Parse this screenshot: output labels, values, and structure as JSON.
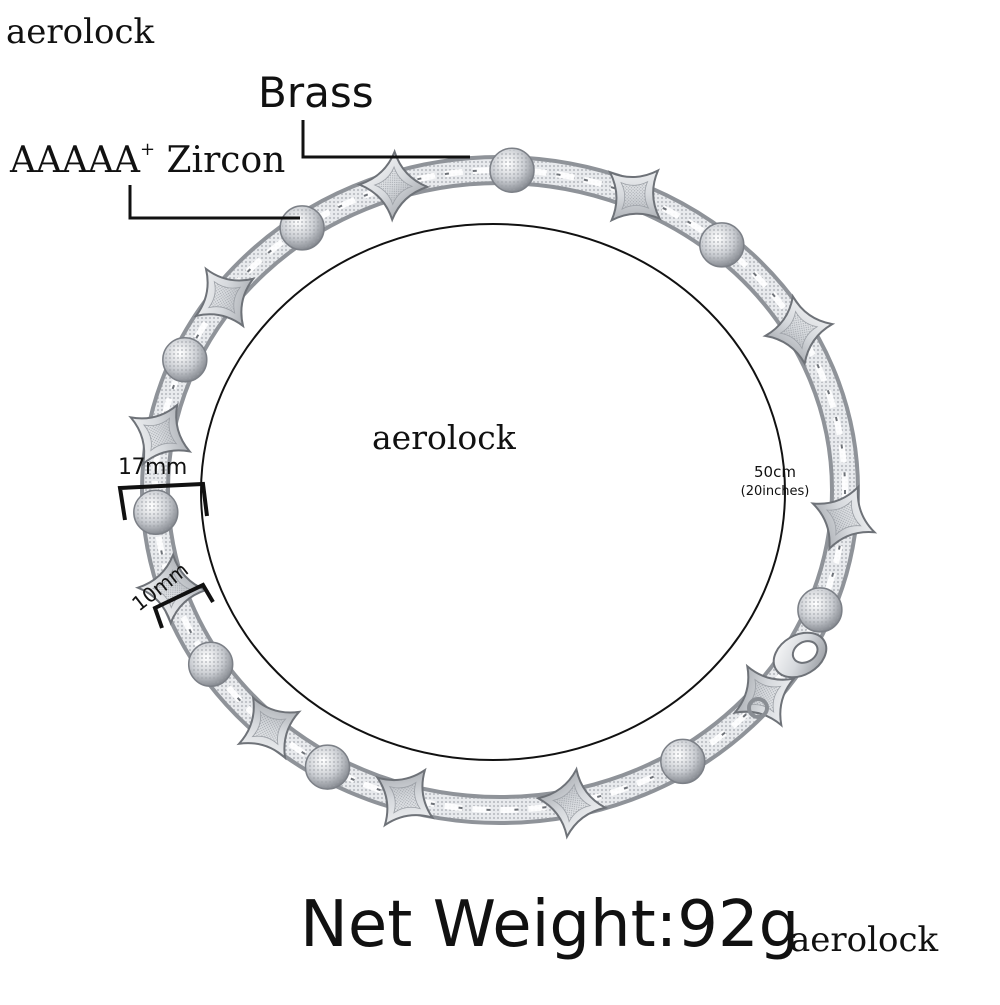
{
  "watermarks": {
    "top_left": "aerolock",
    "center": "aerolock",
    "bottom_right": "aerolock"
  },
  "labels": {
    "brass": "Brass",
    "zircon_grade": "AAAAA",
    "zircon_plus": "+",
    "zircon_name": "Zircon",
    "width_star": "17mm",
    "width_link": "10mm",
    "length": "50cm",
    "length_inches": "(20inches)",
    "net_weight": "Net Weight:92g"
  },
  "colors": {
    "background": "#ffffff",
    "text": "#111111",
    "metal_light": "#eef0f2",
    "metal_mid": "#b9bdc3",
    "metal_dark": "#6e7278"
  },
  "product": {
    "type": "star and ball link chain necklace",
    "star_count": 11,
    "ball_count": 9
  }
}
